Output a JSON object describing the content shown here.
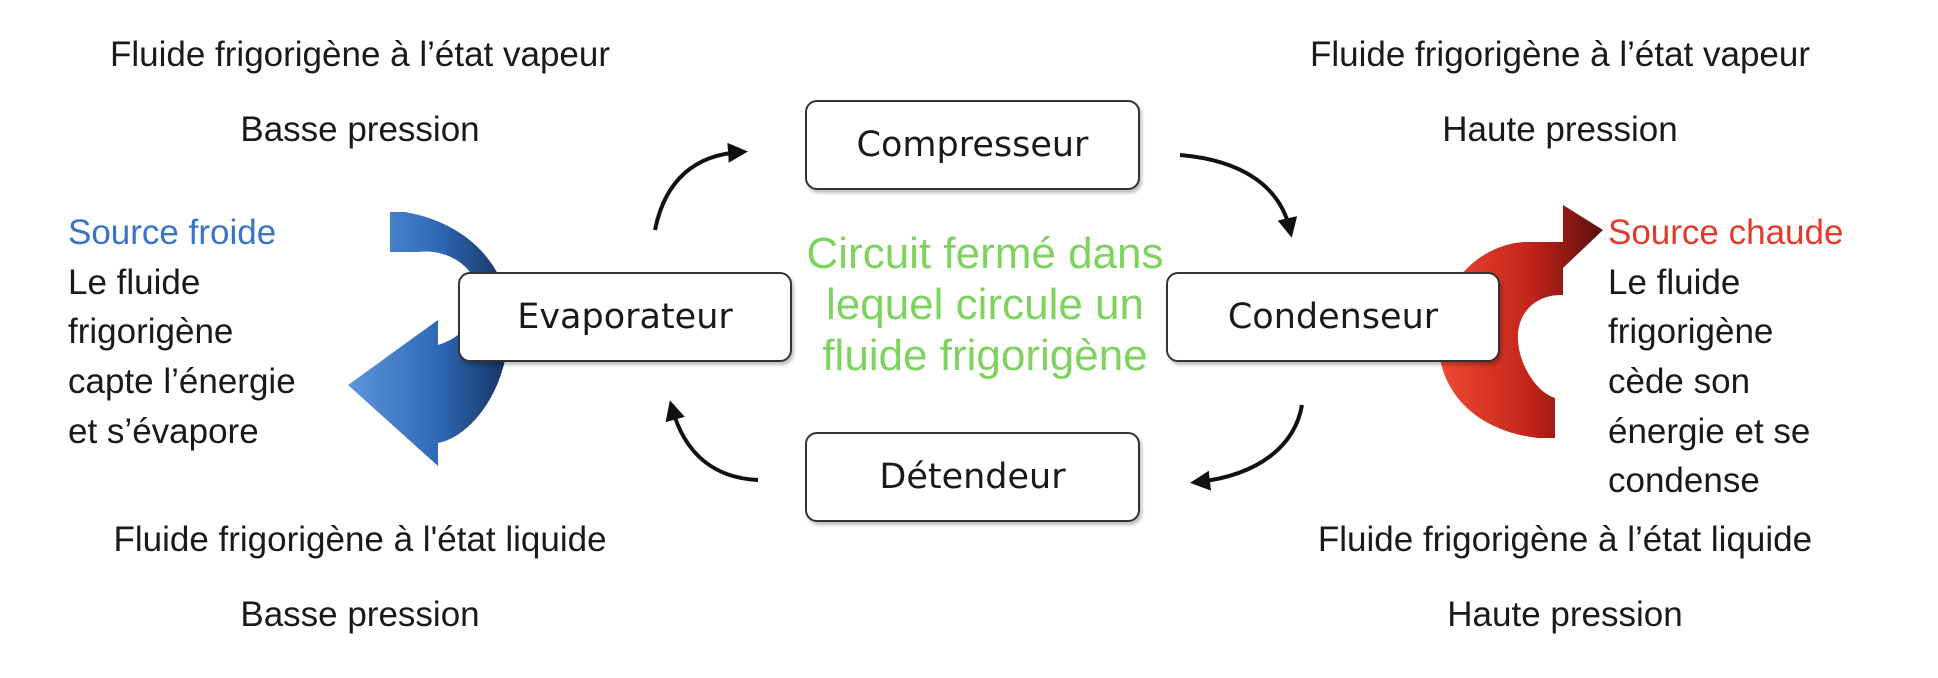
{
  "colors": {
    "cold": "#3a74c6",
    "hot": "#e43a2c",
    "circuit": "#7ed35f",
    "arrow": "#111111"
  },
  "top_left": {
    "state": "Fluide frigorigène à l’état vapeur",
    "pressure": "Basse pression"
  },
  "top_right": {
    "state": "Fluide frigorigène à l’état vapeur",
    "pressure": "Haute pression"
  },
  "bottom_left": {
    "state": "Fluide frigorigène à l'état liquide",
    "pressure": "Basse pression"
  },
  "bottom_right": {
    "state": "Fluide frigorigène à l’état liquide",
    "pressure": "Haute pression"
  },
  "boxes": {
    "compressor": "Compresseur",
    "evaporator": "Evaporateur",
    "condenser": "Condenseur",
    "expander": "Détendeur"
  },
  "circuit": {
    "line1": "Circuit fermé dans",
    "line2": "lequel circule un",
    "line3": "fluide frigorigène"
  },
  "cold_source": {
    "title": "Source froide",
    "lines": [
      "Le fluide",
      "frigorigène",
      "capte l’énergie",
      "et s’évapore"
    ]
  },
  "hot_source": {
    "title": "Source chaude",
    "lines": [
      "Le fluide",
      "frigorigène",
      "cède son",
      "énergie et se",
      "condense"
    ]
  },
  "icons": {
    "cold_arrow": "blue-curved-arrow-icon",
    "hot_arrow": "red-curved-arrow-icon",
    "cycle_arrows": "curved-arrow-icon"
  }
}
